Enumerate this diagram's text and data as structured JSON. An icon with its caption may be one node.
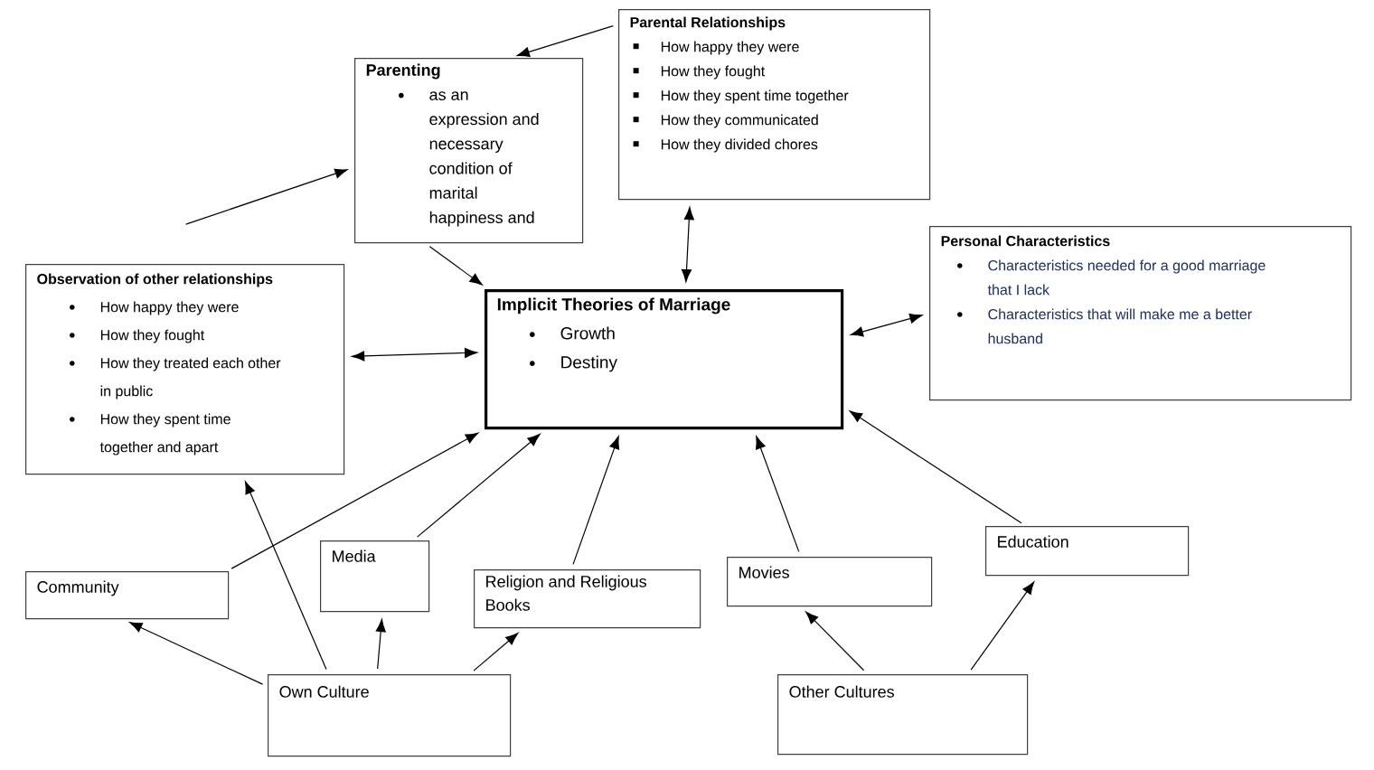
{
  "diagram": {
    "nodes": [
      {
        "text": [
          "Parenting",
          "as an expression and necessary condition of marital happiness and"
        ]
      },
      {
        "text": [
          "Parental Relationships",
          "How happy they were",
          "How they fought",
          "How they spent time together",
          "How they communicated",
          "How they divided chores"
        ]
      },
      {
        "text": [
          "Observation of other relationships",
          "How happy they were",
          "How they fought",
          "How they treated each other in public",
          "How they spent time together and apart"
        ]
      },
      {
        "text": [
          "Implicit Theories of Marriage",
          "Growth",
          "Destiny"
        ]
      },
      {
        "text": [
          "Personal Characteristics",
          "Characteristics needed for a good marriage that I lack",
          "Characteristics that will make me a better husband"
        ]
      },
      {
        "text": [
          "Community"
        ]
      },
      {
        "text": [
          "Media"
        ]
      },
      {
        "text": [
          "Religion and Religious Books"
        ]
      },
      {
        "text": [
          "Movies"
        ]
      },
      {
        "text": [
          "Education"
        ]
      },
      {
        "text": [
          "Own Culture"
        ]
      },
      {
        "text": [
          "Other Cultures"
        ]
      }
    ],
    "edges": [
      {
        "from": 1,
        "to": 0,
        "arrow": "to"
      },
      {
        "from": null,
        "to": 0,
        "arrow": "to"
      },
      {
        "from": 0,
        "to": 3,
        "arrow": "to"
      },
      {
        "from": 1,
        "to": 3,
        "arrow": "both"
      },
      {
        "from": 2,
        "to": 3,
        "arrow": "both"
      },
      {
        "from": 3,
        "to": 4,
        "arrow": "both"
      },
      {
        "from": 5,
        "to": 3,
        "arrow": "to"
      },
      {
        "from": 6,
        "to": 3,
        "arrow": "to"
      },
      {
        "from": 7,
        "to": 3,
        "arrow": "to"
      },
      {
        "from": 8,
        "to": 3,
        "arrow": "to"
      },
      {
        "from": 9,
        "to": 3,
        "arrow": "to"
      },
      {
        "from": 10,
        "to": 5,
        "arrow": "to"
      },
      {
        "from": 10,
        "to": 2,
        "arrow": "to"
      },
      {
        "from": 10,
        "to": 6,
        "arrow": "to"
      },
      {
        "from": 10,
        "to": 7,
        "arrow": "to"
      },
      {
        "from": 11,
        "to": 8,
        "arrow": "to"
      },
      {
        "from": 11,
        "to": 9,
        "arrow": "to"
      }
    ]
  }
}
